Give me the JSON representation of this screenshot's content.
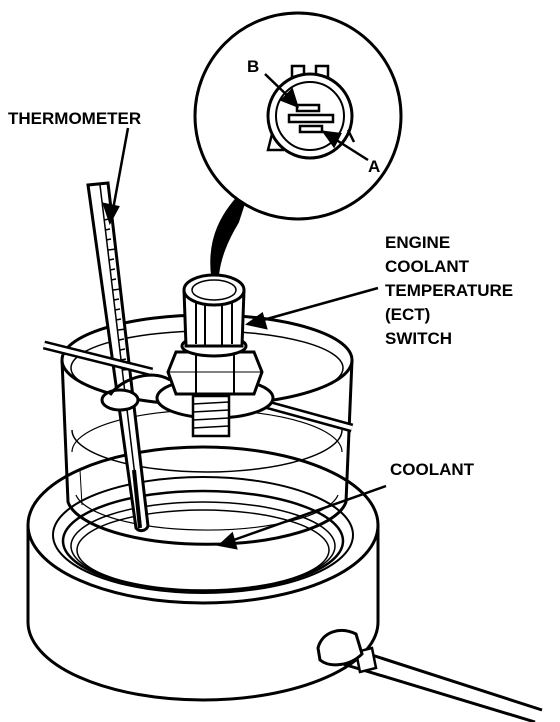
{
  "labels": {
    "thermometer": "THERMOMETER",
    "ect_line1": "ENGINE",
    "ect_line2": "COOLANT",
    "ect_line3": "TEMPERATURE",
    "ect_line4": "(ECT)",
    "ect_line5": "SWITCH",
    "coolant": "COOLANT",
    "terminal_a": "A",
    "terminal_b": "B"
  },
  "colors": {
    "ink": "#000000",
    "paper": "#ffffff"
  }
}
